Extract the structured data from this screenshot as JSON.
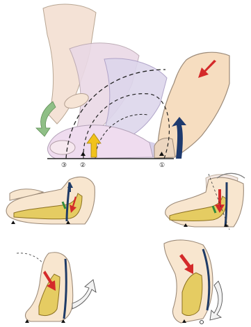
{
  "figure": {
    "main": {
      "markers": [
        "③",
        "②",
        "①"
      ]
    },
    "panels": [
      {
        "id": "top-left"
      },
      {
        "id": "top-right"
      },
      {
        "id": "bottom-left"
      },
      {
        "id": "bottom-right"
      }
    ],
    "colors": {
      "skin": "#f6ddc0",
      "skin_outline": "#9c8a78",
      "bone": "#e5cc62",
      "bone_outline": "#8a6f20",
      "tendon_dark": "#1f3b66",
      "force_red": "#d42a2a",
      "muscle_green": "#2f8a3d",
      "motion_green": "#8fbf86",
      "push_yellow": "#f1c21b",
      "push_navy": "#1e3a6e",
      "ghost_pink": "#f4e2d6",
      "ghost_lavender": "#ddd6ec",
      "shadow_purple": "#c8bfe2",
      "arc_line": "#222222",
      "curved_arrow_fill": "#f2f2f2"
    }
  }
}
